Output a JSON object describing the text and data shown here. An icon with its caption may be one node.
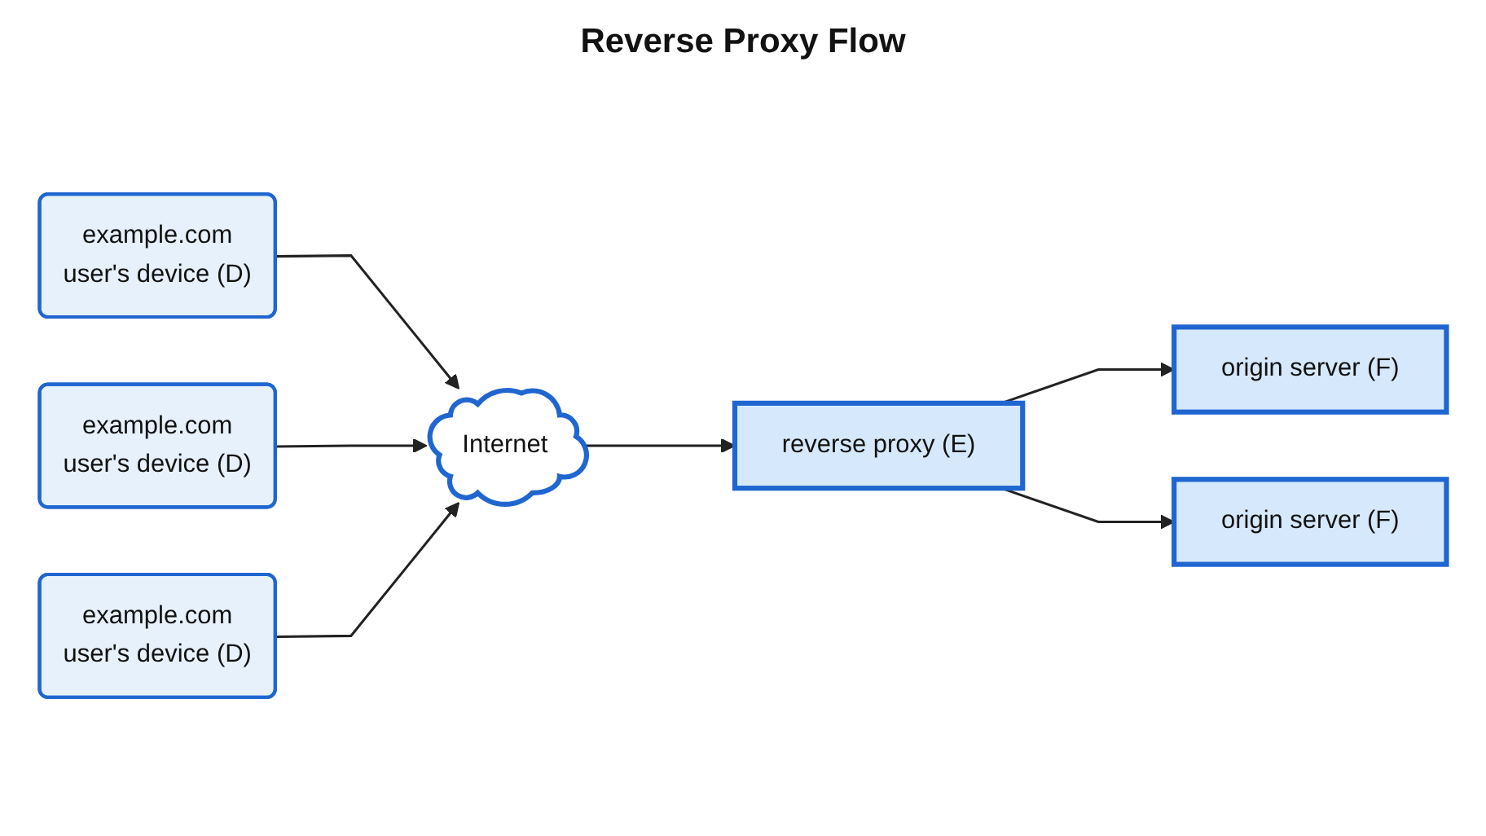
{
  "diagram": {
    "title": "Reverse Proxy Flow",
    "nodes": [
      {
        "text": [
          "example.com",
          "user's device (D)"
        ]
      },
      {
        "text": [
          "example.com",
          "user's device (D)"
        ]
      },
      {
        "text": [
          "example.com",
          "user's device (D)"
        ]
      },
      {
        "text": [
          "Internet"
        ]
      },
      {
        "text": [
          "reverse proxy (E)"
        ]
      },
      {
        "text": [
          "origin server (F)"
        ]
      },
      {
        "text": [
          "origin server (F)"
        ]
      }
    ],
    "edges": [
      {
        "from": 0,
        "to": 3,
        "arrow": "to"
      },
      {
        "from": 1,
        "to": 3,
        "arrow": "to"
      },
      {
        "from": 2,
        "to": 3,
        "arrow": "to"
      },
      {
        "from": 3,
        "to": 4,
        "arrow": "to"
      },
      {
        "from": 4,
        "to": 5,
        "arrow": "to"
      },
      {
        "from": 4,
        "to": 6,
        "arrow": "to"
      }
    ]
  }
}
